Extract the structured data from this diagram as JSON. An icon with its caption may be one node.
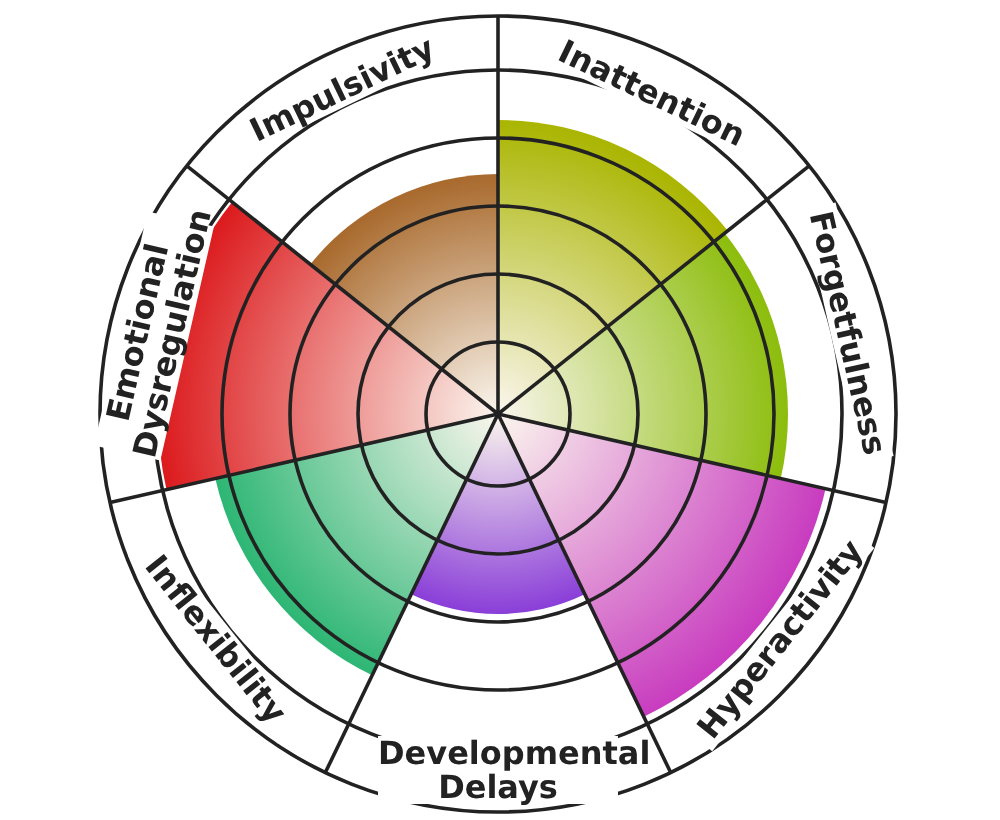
{
  "diagram": {
    "labels": [
      "Inattention",
      "Forgetfulness",
      "Hyperactivity",
      "Developmental Delays",
      "Inflexibility",
      "Emotional Dysregulation",
      "Impulsivity"
    ]
  }
}
